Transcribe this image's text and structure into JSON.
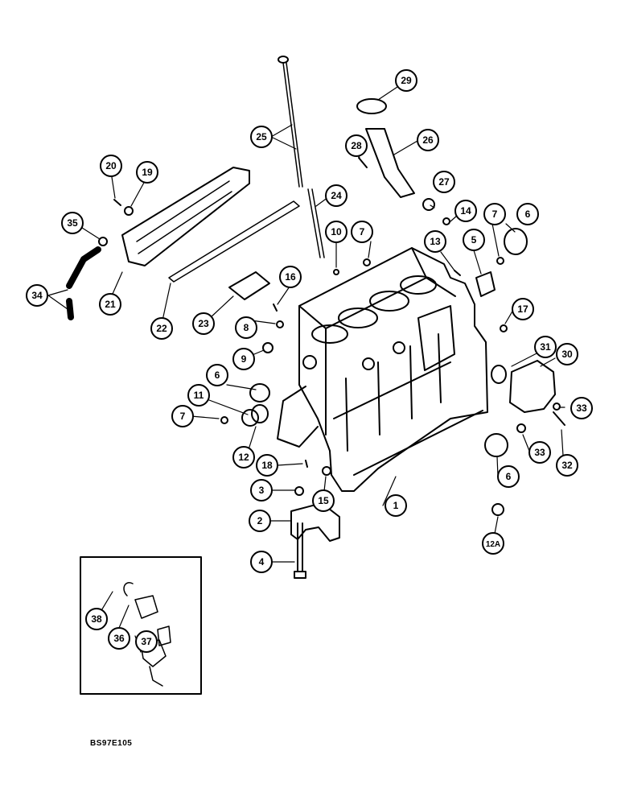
{
  "figure_code": "BS97E105",
  "callouts": [
    {
      "label": "1"
    },
    {
      "label": "2"
    },
    {
      "label": "3"
    },
    {
      "label": "4"
    },
    {
      "label": "5"
    },
    {
      "label": "6"
    },
    {
      "label": "6"
    },
    {
      "label": "6"
    },
    {
      "label": "7"
    },
    {
      "label": "7"
    },
    {
      "label": "7"
    },
    {
      "label": "8"
    },
    {
      "label": "9"
    },
    {
      "label": "10"
    },
    {
      "label": "11"
    },
    {
      "label": "12"
    },
    {
      "label": "12A"
    },
    {
      "label": "13"
    },
    {
      "label": "14"
    },
    {
      "label": "15"
    },
    {
      "label": "16"
    },
    {
      "label": "17"
    },
    {
      "label": "18"
    },
    {
      "label": "19"
    },
    {
      "label": "20"
    },
    {
      "label": "21"
    },
    {
      "label": "22"
    },
    {
      "label": "23"
    },
    {
      "label": "24"
    },
    {
      "label": "25"
    },
    {
      "label": "26"
    },
    {
      "label": "27"
    },
    {
      "label": "28"
    },
    {
      "label": "29"
    },
    {
      "label": "30"
    },
    {
      "label": "31"
    },
    {
      "label": "32"
    },
    {
      "label": "33"
    },
    {
      "label": "33"
    },
    {
      "label": "34"
    },
    {
      "label": "35"
    },
    {
      "label": "36"
    },
    {
      "label": "37"
    },
    {
      "label": "38"
    }
  ]
}
